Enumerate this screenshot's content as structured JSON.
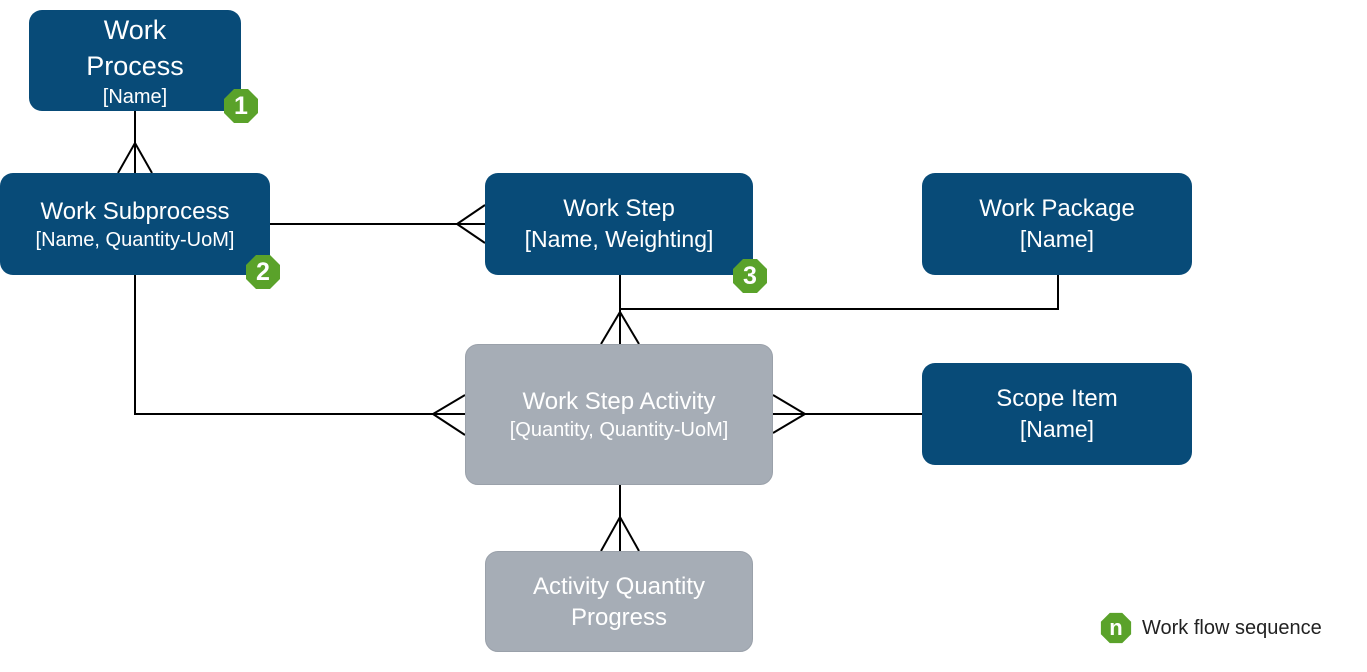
{
  "entities": {
    "work_process": {
      "name": "Work Process",
      "name_line1": "Work",
      "name_line2": "Process",
      "attrs": "[Name]"
    },
    "work_subprocess": {
      "name": "Work Subprocess",
      "attrs": "[Name, Quantity-UoM]"
    },
    "work_step": {
      "name": "Work Step",
      "attrs": "[Name, Weighting]"
    },
    "work_package": {
      "name": "Work Package",
      "attrs": "[Name]"
    },
    "work_step_activity": {
      "name": "Work Step Activity",
      "attrs": "[Quantity, Quantity-UoM]"
    },
    "scope_item": {
      "name": "Scope Item",
      "attrs": "[Name]"
    },
    "activity_quantity_progress": {
      "name_line1": "Activity Quantity",
      "name_line2": "Progress"
    }
  },
  "sequence_badges": {
    "work_process": "1",
    "work_subprocess": "2",
    "work_step": "3"
  },
  "legend": {
    "symbol": "n",
    "label": "Work flow sequence"
  },
  "colors": {
    "primary": "#084b78",
    "secondary": "#a6adb6",
    "badge": "#5aa22a",
    "line": "#000000"
  }
}
